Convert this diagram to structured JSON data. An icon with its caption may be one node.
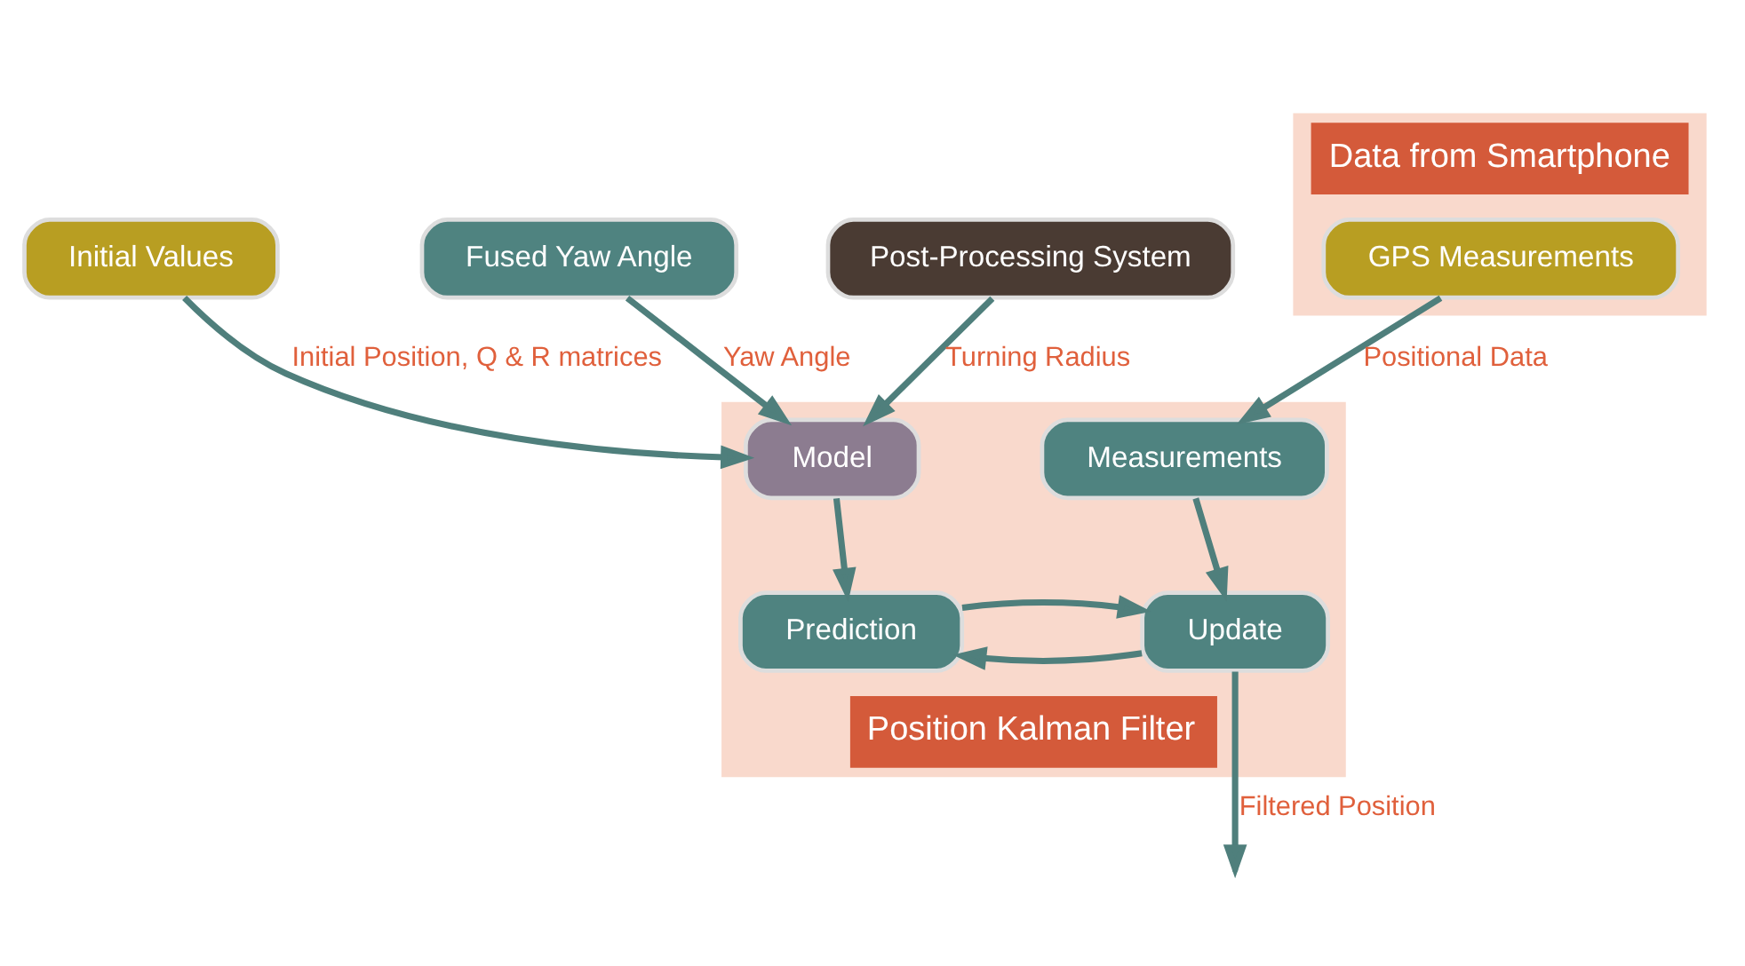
{
  "diagram": {
    "nodes": [
      {
        "text": [
          "Initial Values"
        ]
      },
      {
        "text": [
          "Fused Yaw Angle"
        ]
      },
      {
        "text": [
          "Post-Processing System"
        ]
      },
      {
        "text": [
          "Data from Smartphone"
        ]
      },
      {
        "text": [
          "GPS Measurements"
        ],
        "in": 3
      },
      {
        "text": [
          "Position Kalman Filter"
        ]
      },
      {
        "text": [
          "Model"
        ],
        "in": 5
      },
      {
        "text": [
          "Measurements"
        ],
        "in": 5
      },
      {
        "text": [
          "Prediction"
        ],
        "in": 5
      },
      {
        "text": [
          "Update"
        ],
        "in": 5
      }
    ],
    "edges": [
      {
        "from": 0,
        "to": 6,
        "arrow": "to",
        "label": "Initial Position, Q & R matrices"
      },
      {
        "from": 1,
        "to": 6,
        "arrow": "to",
        "label": "Yaw Angle"
      },
      {
        "from": 2,
        "to": 6,
        "arrow": "to",
        "label": "Turning Radius"
      },
      {
        "from": 4,
        "to": 7,
        "arrow": "to",
        "label": "Positional Data"
      },
      {
        "from": 6,
        "to": 8,
        "arrow": "to"
      },
      {
        "from": 7,
        "to": 9,
        "arrow": "to"
      },
      {
        "from": 9,
        "to": 8,
        "arrow": "to"
      },
      {
        "from": 8,
        "to": 9,
        "arrow": "to"
      },
      {
        "from": 9,
        "to": null,
        "arrow": "to",
        "label": "Filtered Position"
      }
    ]
  }
}
